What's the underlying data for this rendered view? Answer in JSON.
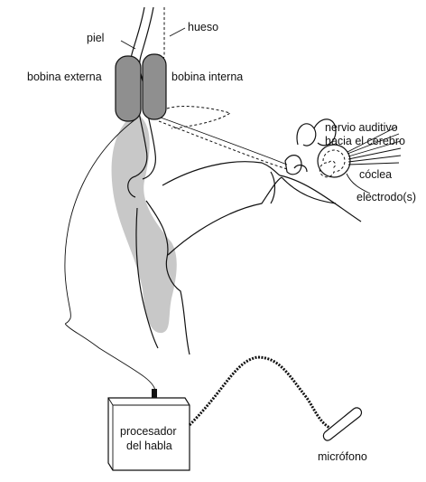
{
  "labels": {
    "bone": "hueso",
    "skin": "piel",
    "external_coil": "bobina externa",
    "internal_coil": "bobina interna",
    "auditory_nerve_line1": "nervio auditivo",
    "auditory_nerve_line2": "hacia el cerebro",
    "cochlea": "cóclea",
    "electrodes": "electrodo(s)",
    "processor_line1": "procesador",
    "processor_line2": "del habla",
    "microphone": "micrófono"
  },
  "colors": {
    "tissue_gray": "#c8c8c8",
    "coil_gray": "#8f8f8f",
    "line": "#111111"
  }
}
